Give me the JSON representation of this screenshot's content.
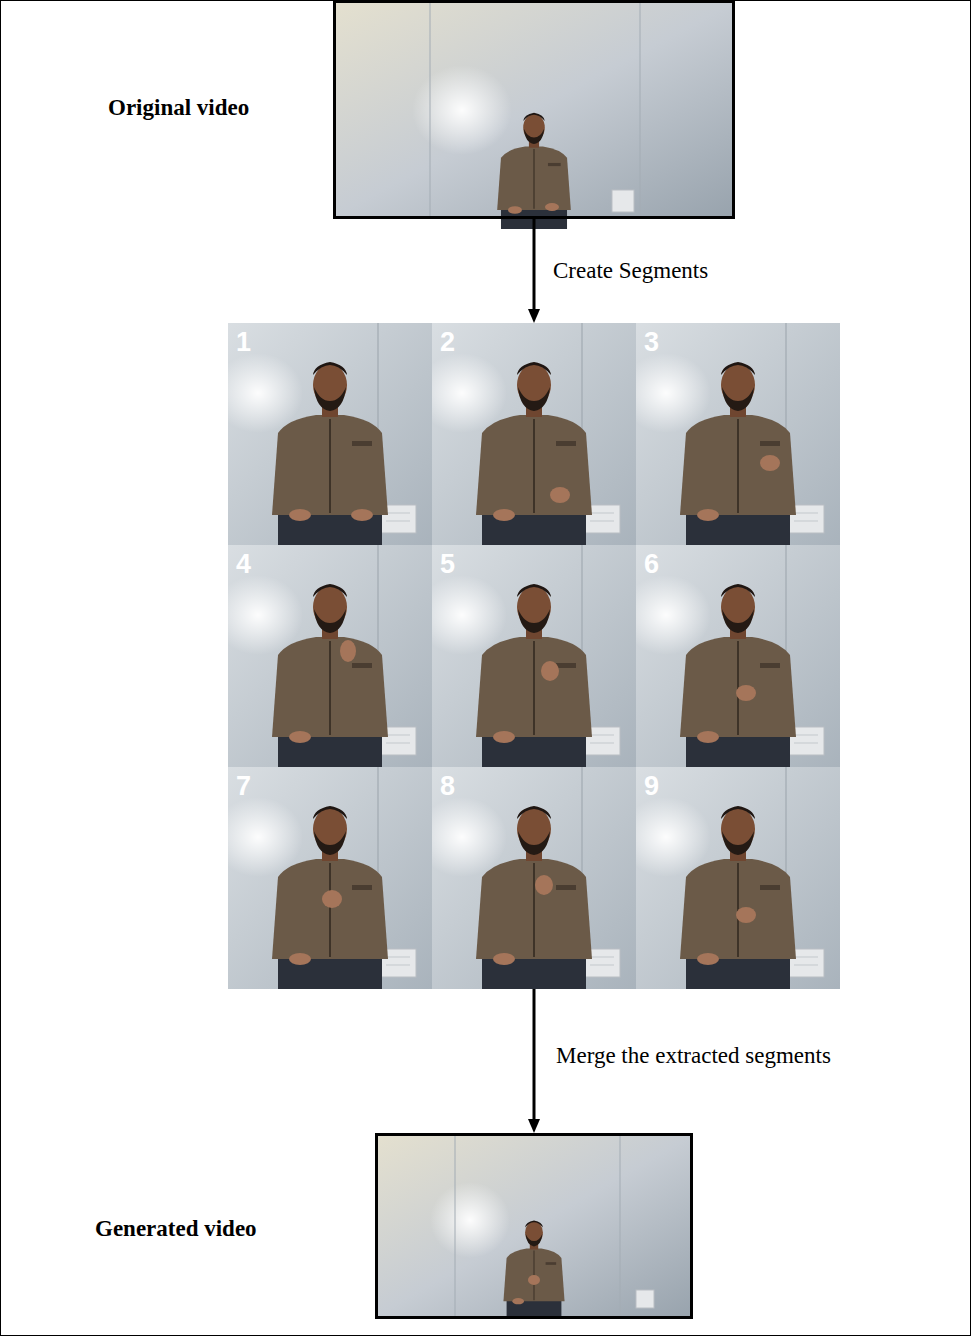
{
  "diagram": {
    "nodes": [
      {
        "text": [
          "Original video"
        ]
      },
      {
        "text": [
          "1"
        ]
      },
      {
        "text": [
          "2"
        ]
      },
      {
        "text": [
          "3"
        ]
      },
      {
        "text": [
          "4"
        ]
      },
      {
        "text": [
          "5"
        ]
      },
      {
        "text": [
          "6"
        ]
      },
      {
        "text": [
          "7"
        ]
      },
      {
        "text": [
          "8"
        ]
      },
      {
        "text": [
          "9"
        ]
      },
      {
        "text": [
          "Generated video"
        ]
      }
    ],
    "edges": [
      {
        "from": 0,
        "to": 2,
        "arrow": "to",
        "label": "Create Segments"
      },
      {
        "from": 8,
        "to": 10,
        "arrow": "to",
        "label": "Merge the extracted segments"
      }
    ]
  }
}
